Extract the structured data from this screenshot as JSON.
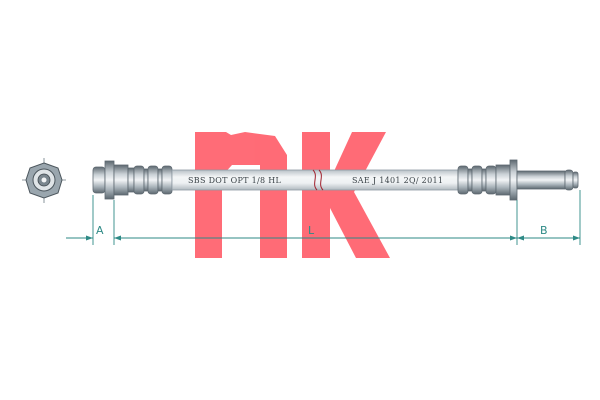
{
  "colors": {
    "logo": "#ff5f6b",
    "dimension": "#2e8a86",
    "outline": "#8e9aa3",
    "fitting_dark": "#5d6870",
    "fitting_mid": "#9aa6ae",
    "fitting_light": "#e4e8eb",
    "hose_fill": "#eef1f3"
  },
  "hose_print": {
    "left": "SBS  DOT    OPT  1/8 HL",
    "right": "SAE  J 1401   2Q/ 2011"
  },
  "dimensions": {
    "a": "A",
    "l": "L",
    "b": "B"
  },
  "icons": {
    "logo": "nk-logo-icon",
    "end_view": "hex-nut-end-view-icon"
  }
}
